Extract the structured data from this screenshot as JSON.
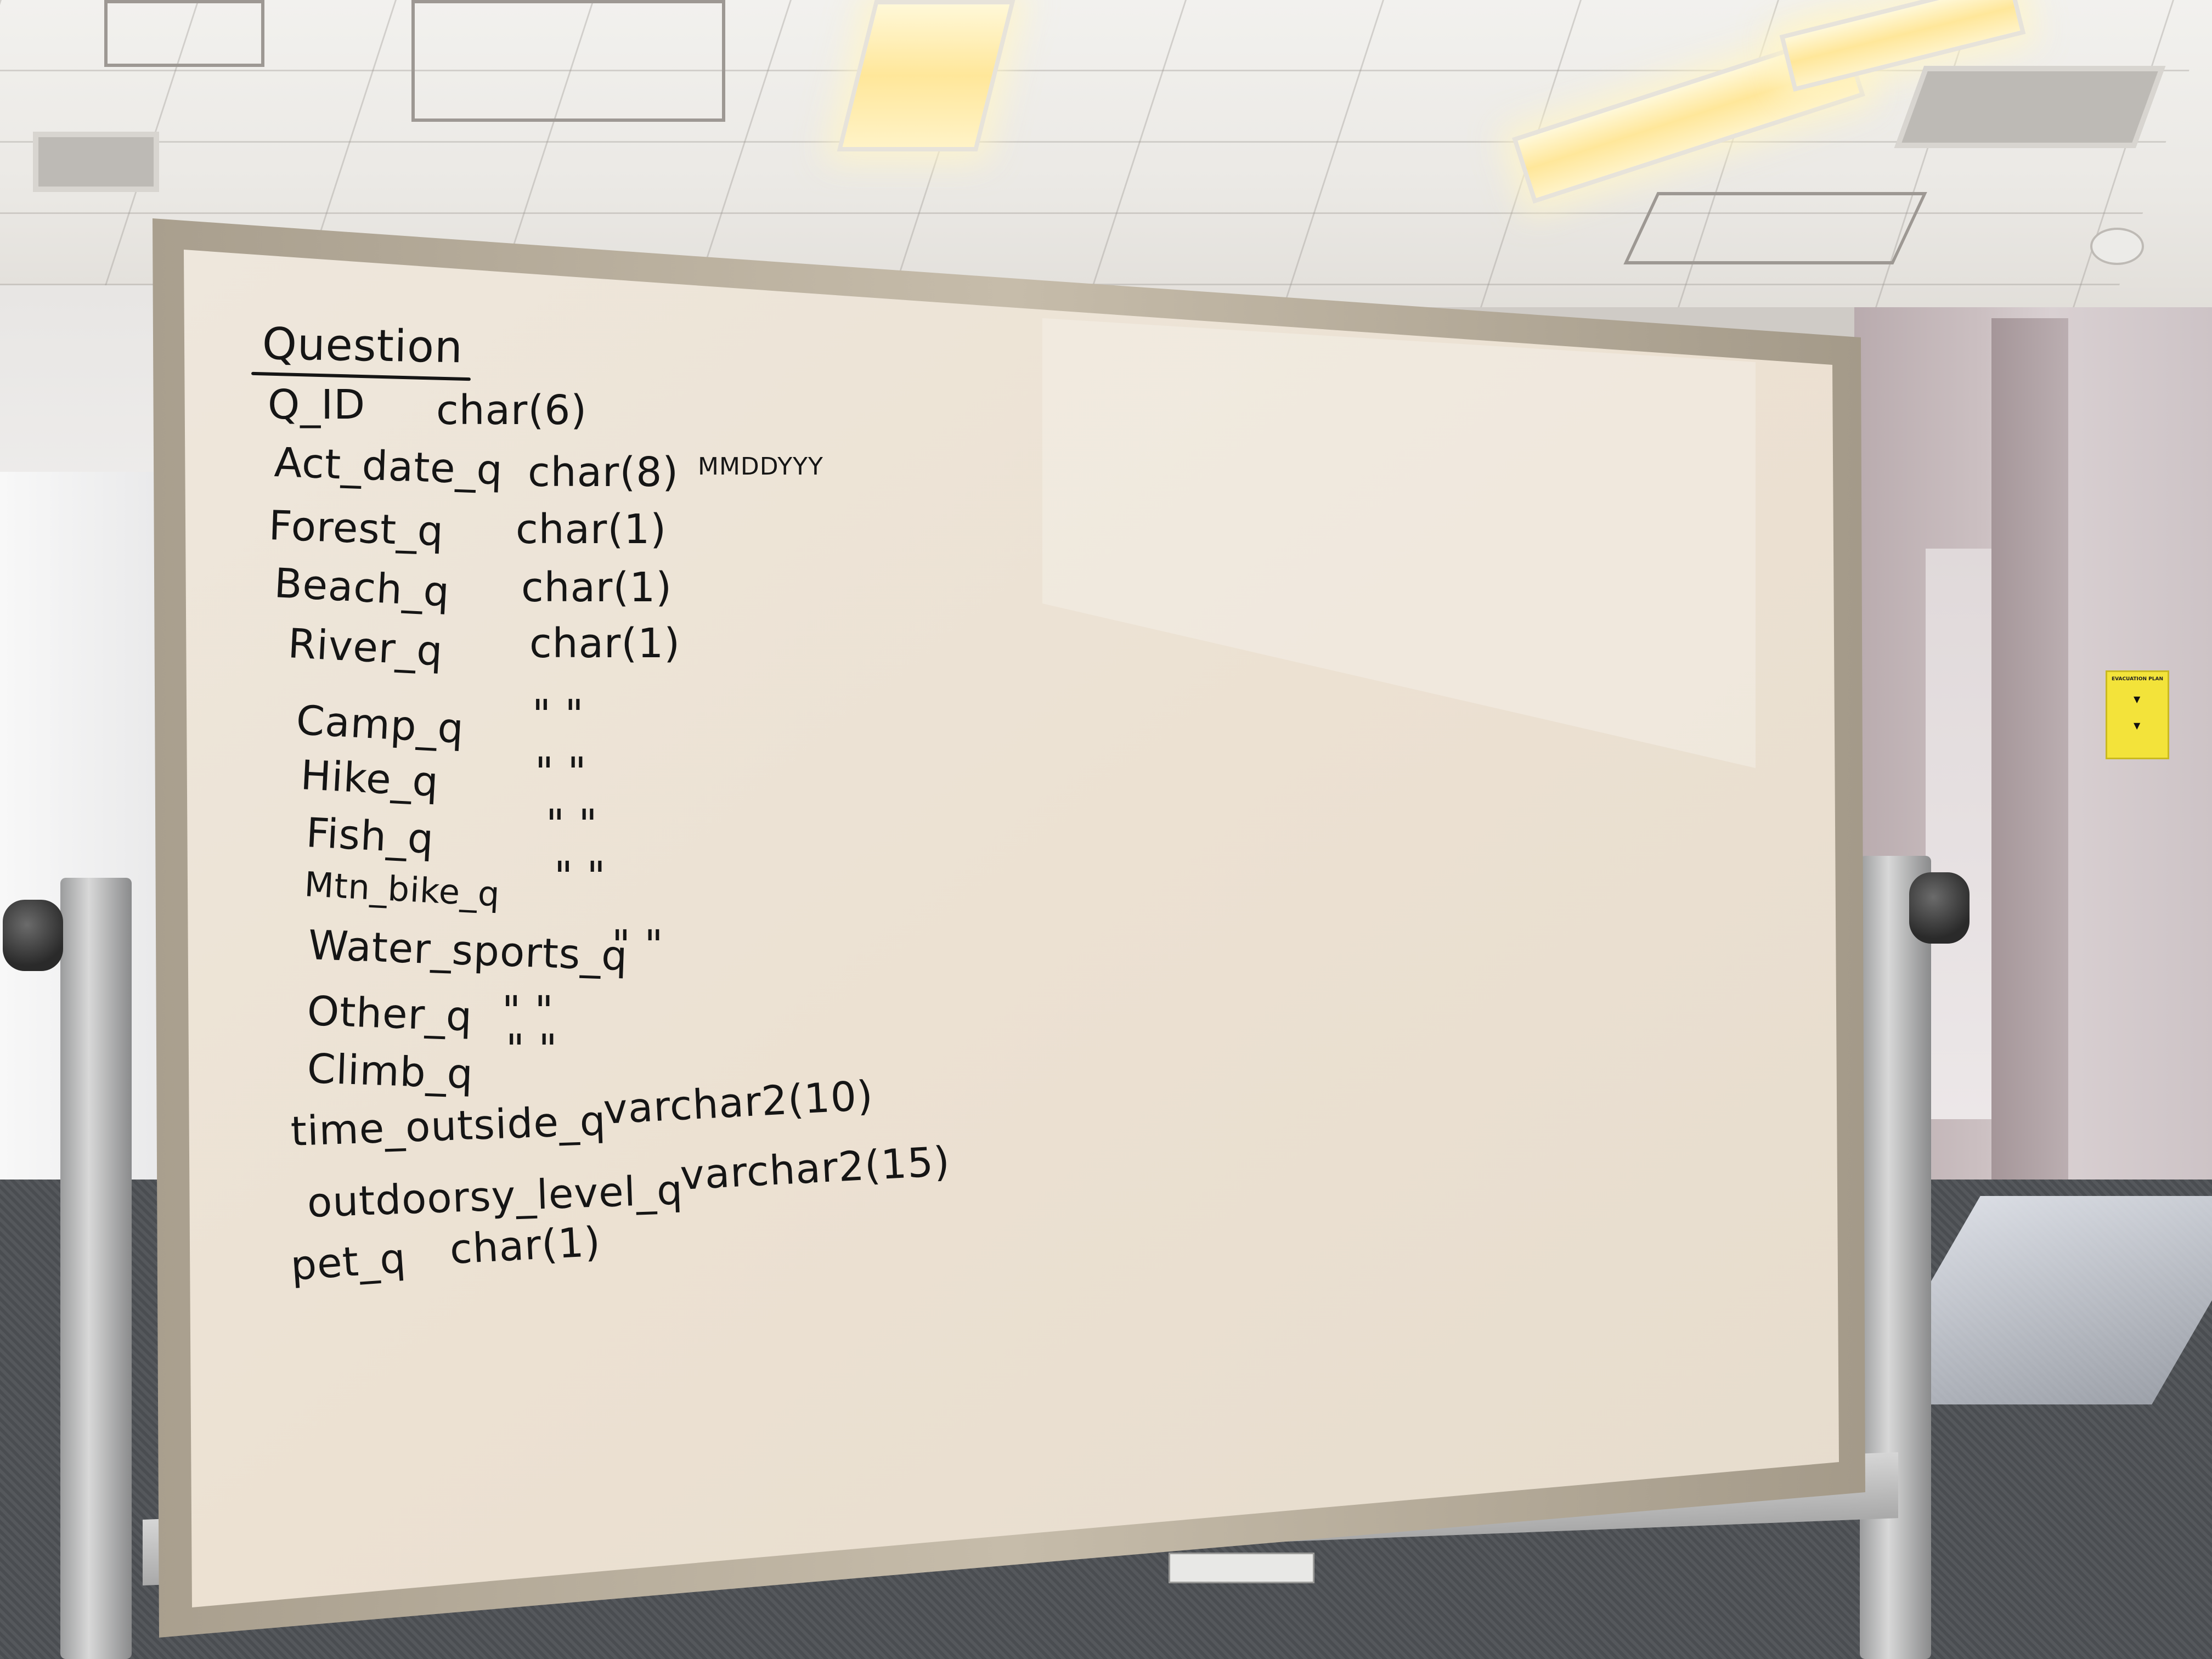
{
  "whiteboard": {
    "heading": "Question",
    "rows": [
      {
        "field": "Q_ID",
        "type": "char(6)",
        "note": ""
      },
      {
        "field": "Act_date_q",
        "type": "char(8)",
        "note": "MMDDYYY"
      },
      {
        "field": "Forest_q",
        "type": "char(1)",
        "note": ""
      },
      {
        "field": "Beach_q",
        "type": "char(1)",
        "note": ""
      },
      {
        "field": "River_q",
        "type": "char(1)",
        "note": ""
      },
      {
        "field": "Camp_q",
        "type": "\"   \"",
        "note": ""
      },
      {
        "field": "Hike_q",
        "type": "\"   \"",
        "note": ""
      },
      {
        "field": "Fish_q",
        "type": "\"   \"",
        "note": ""
      },
      {
        "field": "Mtn_bike_q",
        "type": "\"   \"",
        "note": ""
      },
      {
        "field": "Water_sports_q",
        "type": "\" \"",
        "note": ""
      },
      {
        "field": "Other_q",
        "type": "\"  \"",
        "note": ""
      },
      {
        "field": "Climb_q",
        "type": "\"  \"",
        "note": ""
      },
      {
        "field": "time_outside_q",
        "type": "varchar2(10)",
        "note": ""
      },
      {
        "field": "outdoorsy_level_q",
        "type": "varchar2(15)",
        "note": ""
      },
      {
        "field": "pet_q",
        "type": "char(1)",
        "note": ""
      }
    ]
  },
  "evacuation_sign": {
    "title": "EVACUATION PLAN"
  },
  "colors": {
    "board_surface": "#ece3d6",
    "frame": "#b7ad9c",
    "ink": "#151515",
    "sign": "#f3e33a"
  }
}
